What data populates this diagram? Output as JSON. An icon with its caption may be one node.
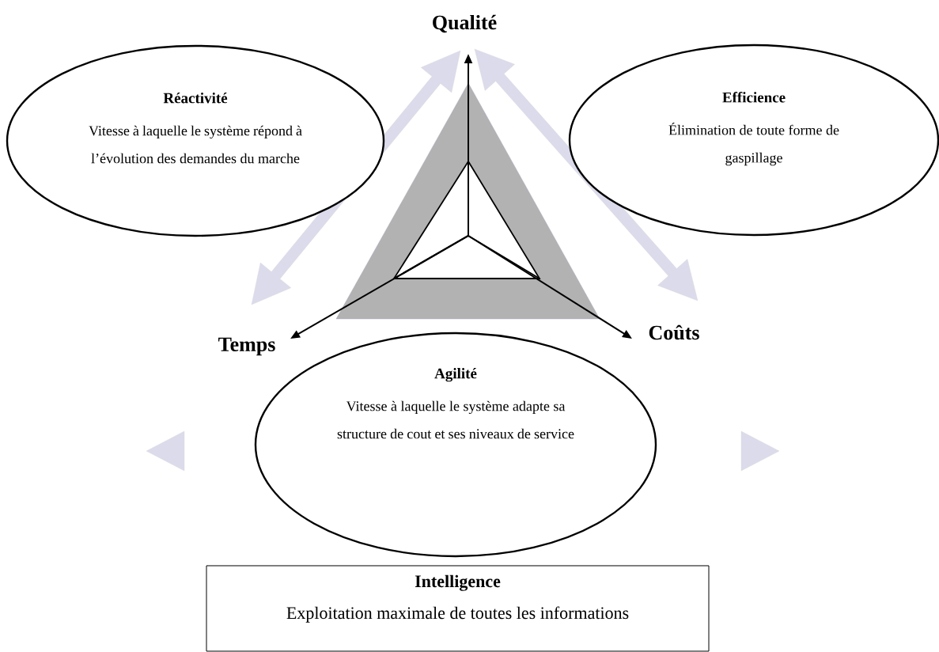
{
  "diagram": {
    "nodes": [
      {
        "text": [
          "Qualité"
        ]
      },
      {
        "text": [
          "Réactivité",
          "Vitesse à laquelle le système répond à l’évolution des demandes du marche"
        ]
      },
      {
        "text": [
          "Efficience",
          "Élimination de toute forme de gaspillage"
        ]
      },
      {
        "text": [
          "Temps"
        ]
      },
      {
        "text": [
          "Coûts"
        ]
      },
      {
        "text": [
          "Agilité",
          "Vitesse à laquelle le système adapte sa structure de cout et ses niveaux de service"
        ]
      },
      {
        "text": [
          "Intelligence",
          "Exploitation maximale de toutes les informations"
        ]
      }
    ],
    "edges": [
      {
        "from": null,
        "to": 0,
        "arrow": "to"
      },
      {
        "from": null,
        "to": 3,
        "arrow": "to"
      },
      {
        "from": null,
        "to": 4,
        "arrow": "to"
      }
    ]
  }
}
